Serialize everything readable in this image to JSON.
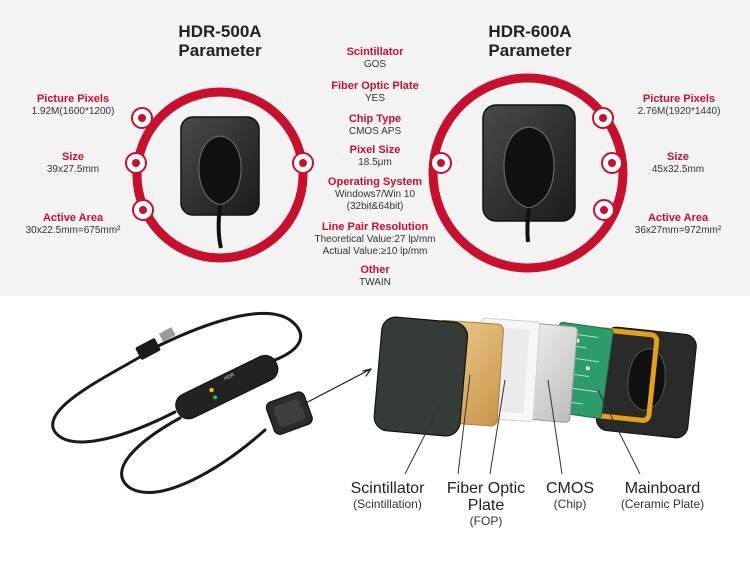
{
  "left_model": {
    "title_line1": "HDR-500A",
    "title_line2": "Parameter",
    "picture_pixels": {
      "label": "Picture Pixels",
      "value": "1.92M(1600*1200)"
    },
    "size": {
      "label": "Size",
      "value": "39x27.5mm"
    },
    "active_area": {
      "label": "Active Area",
      "value": "30x22.5mm=675mm²"
    }
  },
  "right_model": {
    "title_line1": "HDR-600A",
    "title_line2": "Parameter",
    "picture_pixels": {
      "label": "Picture Pixels",
      "value": "2.76M(1920*1440)"
    },
    "size": {
      "label": "Size",
      "value": "45x32.5mm"
    },
    "active_area": {
      "label": "Active Area",
      "value": "36x27mm=972mm²"
    }
  },
  "shared_specs": [
    {
      "label": "Scintillator",
      "values": [
        "GOS"
      ]
    },
    {
      "label": "Fiber Optic Plate",
      "values": [
        "YES"
      ]
    },
    {
      "label": "Chip Type",
      "values": [
        "CMOS APS"
      ]
    },
    {
      "label": "Pixel Size",
      "values": [
        "18.5μm"
      ]
    },
    {
      "label": "Operating System",
      "values": [
        "Windows7/Win 10",
        "(32bit&64bit)"
      ]
    },
    {
      "label": "Line Pair Resolution",
      "values": [
        "Theoretical Value:27 lp/mm",
        "Actual Value:≥10 lp/mm"
      ]
    },
    {
      "label": "Other",
      "values": [
        "TWAIN"
      ]
    }
  ],
  "device_label": "HDR",
  "layers": [
    {
      "title_line1": "Scintillator",
      "title_line2": "",
      "subtitle": "(Scintillation)"
    },
    {
      "title_line1": "Fiber Optic",
      "title_line2": "Plate",
      "subtitle": "(FOP)"
    },
    {
      "title_line1": "CMOS",
      "title_line2": "",
      "subtitle": "(Chip)"
    },
    {
      "title_line1": "Mainboard",
      "title_line2": "",
      "subtitle": "(Ceramic Plate)"
    }
  ],
  "colors": {
    "accent": "#c8102e",
    "band": "#f3f3f3",
    "sensor": "#2b2b2b",
    "fop": "#e2b870",
    "pcb": "#2e9b6a"
  }
}
